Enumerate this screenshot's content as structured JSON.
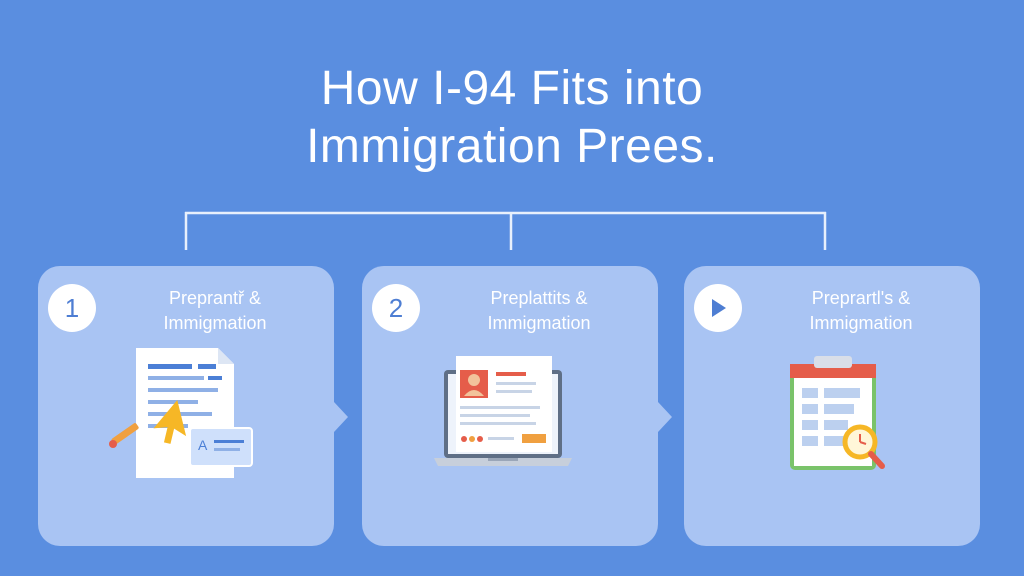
{
  "title": {
    "line1": "How I-94 Fits into",
    "line2": "Immigration Prees."
  },
  "steps": [
    {
      "badge": "1",
      "label_line1": "Preprantř &",
      "label_line2": "Immigmation",
      "icon": "document-with-cursor"
    },
    {
      "badge": "2",
      "label_line1": "Preplattits &",
      "label_line2": "Immigmation",
      "icon": "laptop-profile"
    },
    {
      "badge": "play-icon",
      "label_line1": "Preprartl's &",
      "label_line2": "Immigmation",
      "icon": "clipboard-with-magnifier"
    }
  ],
  "colors": {
    "background": "#5a8ee0",
    "card": "#a9c4f3",
    "accent": "#4e7ed3",
    "cursor": "#f6b726",
    "highlight": "#f0a040"
  }
}
